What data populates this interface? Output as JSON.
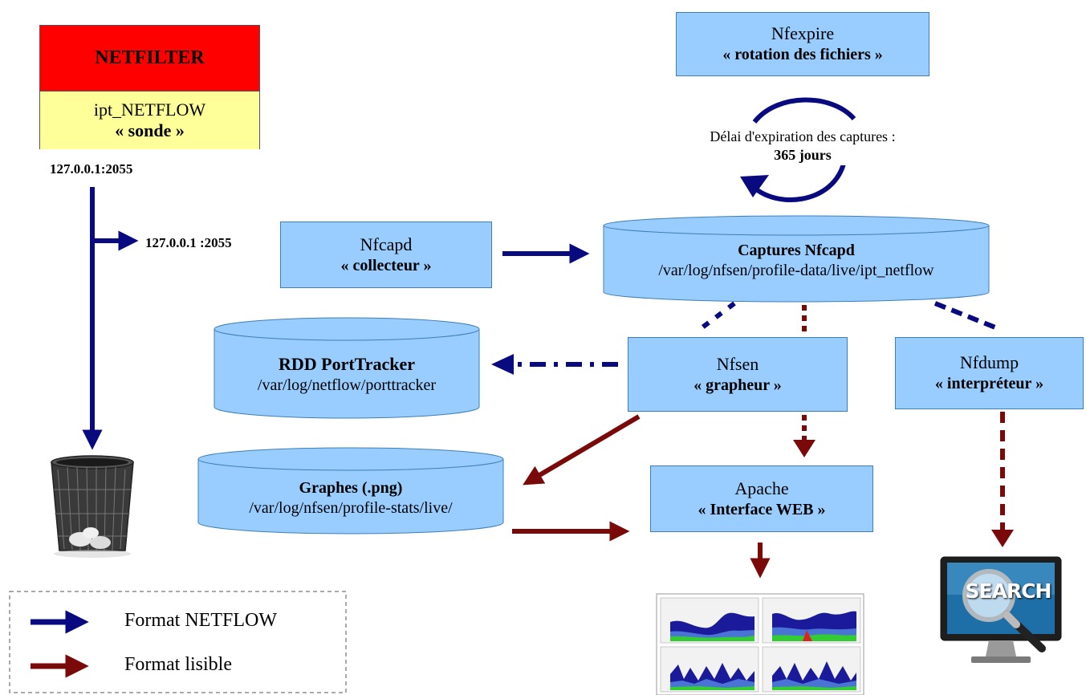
{
  "colors": {
    "netflow": "#0a0a80",
    "readable": "#7a0a0a",
    "box_fill": "#99ccff",
    "netfilter_red": "#ff0000",
    "sonde_yellow": "#ffff99"
  },
  "netfilter": {
    "title": "NETFILTER",
    "module": "ipt_NETFLOW",
    "role": "« sonde »",
    "address": "127.0.0.1:2055"
  },
  "nfexpire": {
    "name": "Nfexpire",
    "role": "« rotation des fichiers »",
    "delay_label": "Délai d'expiration des captures :",
    "delay_value": "365 jours"
  },
  "nfcapd": {
    "name": "Nfcapd",
    "role": "« collecteur »",
    "address": "127.0.0.1 :2055"
  },
  "captures": {
    "title": "Captures Nfcapd",
    "path": "/var/log/nfsen/profile-data/live/ipt_netflow"
  },
  "porttracker": {
    "title": "RDD PortTracker",
    "path": "/var/log/netflow/porttracker"
  },
  "nfsen": {
    "name": "Nfsen",
    "role": "« grapheur »"
  },
  "nfdump": {
    "name": "Nfdump",
    "role": "« interpréteur »"
  },
  "graphes": {
    "title": "Graphes (.png)",
    "path": "/var/log/nfsen/profile-stats/live/"
  },
  "apache": {
    "name": "Apache",
    "role": "« Interface WEB »"
  },
  "search": {
    "label": "SEARCH"
  },
  "legend": {
    "netflow": "Format NETFLOW",
    "readable": "Format lisible"
  }
}
